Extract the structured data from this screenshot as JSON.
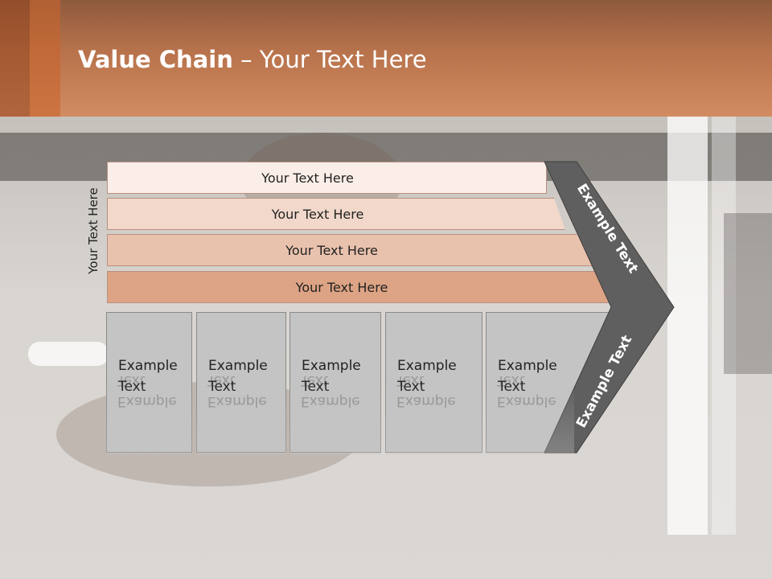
{
  "title": {
    "bold": "Value Chain",
    "rest": " – Your Text Here"
  },
  "side_label": "Your Text Here",
  "bands": [
    {
      "label": "Your Text Here",
      "color": "#fbeee8"
    },
    {
      "label": "Your Text Here",
      "color": "#f1d8cb"
    },
    {
      "label": "Your Text Here",
      "color": "#e9c2ad"
    },
    {
      "label": "Your Text Here",
      "color": "#dca384"
    }
  ],
  "boxes": [
    {
      "line1": "Example",
      "line2": "Text"
    },
    {
      "line1": "Example",
      "line2": "Text"
    },
    {
      "line1": "Example",
      "line2": "Text"
    },
    {
      "line1": "Example",
      "line2": "Text"
    },
    {
      "line1": "Example",
      "line2": "Text"
    }
  ],
  "chevron": {
    "upper_label": "Example Text",
    "lower_label": "Example Text",
    "color": "#5f5f5f"
  },
  "colors": {
    "header_accent": "#c07a50",
    "box_fill": "#c4c4c4"
  }
}
